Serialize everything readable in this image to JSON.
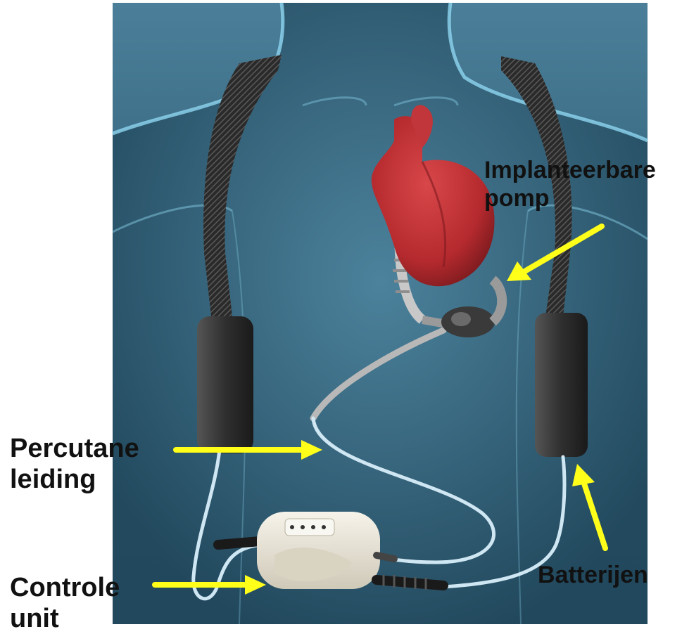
{
  "colors": {
    "background": "#ffffff",
    "body_panel": "#3f6f88",
    "body_panel_dark": "#1f4257",
    "body_outline": "#8fd6f0",
    "heart": "#b52a2e",
    "heart_dark": "#7e1b1f",
    "strap": "#2b2b2b",
    "battery": "#2f2f2f",
    "cable_grey": "#b8b8b8",
    "cable_blue": "#cfe6f3",
    "controller": "#ece8dc",
    "arrow": "#ffff1a",
    "label_text": "#111111"
  },
  "labels": {
    "pump": {
      "line1": "Implanteerbare",
      "line2": "pomp"
    },
    "percutane": {
      "line1": "Percutane",
      "line2": "leiding"
    },
    "controle": {
      "line1": "Controle",
      "line2": "unit"
    },
    "batterijen": {
      "line1": "Batterijen"
    }
  },
  "icons": {
    "heart": "heart-icon",
    "pump": "lvad-pump-icon",
    "battery": "battery-icon",
    "controller": "controller-icon",
    "arrow": "arrow-icon"
  }
}
